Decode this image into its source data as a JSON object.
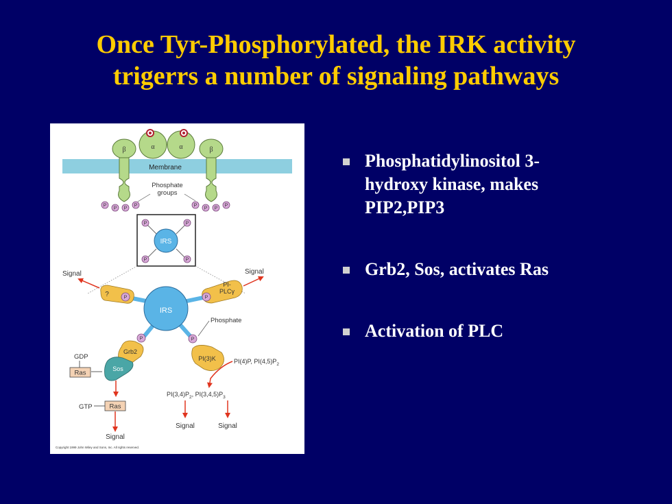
{
  "slide": {
    "title_line1": "Once Tyr-Phosphorylated, the IRK activity",
    "title_line2": "trigerrs a number of signaling pathways",
    "bullets": [
      {
        "lines": [
          "Phosphatidylinositol 3-",
          "hydroxy kinase, makes",
          "PIP2,PIP3"
        ]
      },
      {
        "lines": [
          "Grb2, Sos, activates Ras"
        ]
      },
      {
        "lines": [
          "Activation of PLC"
        ]
      }
    ],
    "colors": {
      "background": "#000066",
      "title": "#ffcc00",
      "bullet_text": "#ffffff",
      "bullet_marker": "#d0d0d0"
    }
  },
  "diagram": {
    "alpha": "α",
    "beta": "β",
    "membrane": "Membrane",
    "phosphate_groups_line1": "Phosphate",
    "phosphate_groups_line2": "groups",
    "p": "P",
    "irs": "IRS",
    "signal": "Signal",
    "question": "?",
    "pi_plc_line1": "PI-",
    "pi_plc_line2": "PLCγ",
    "phosphate": "Phosphate",
    "grb2": "Grb2",
    "sos": "Sos",
    "gdp": "GDP",
    "ras": "Ras",
    "gtp": "GTP",
    "pi3k": "PI(3)K",
    "pi4p": "PI(4)P, PI(4,5)P",
    "sub_2": "2",
    "sub_3": "3",
    "pi34p2": "PI(3,4)P",
    "pi345p3": ", PI(3,4,5)P",
    "copyright": "Copyright 1999 John Wiley and Sons, Inc. All rights reserved.",
    "colors": {
      "membrane": "#8ecfe0",
      "receptor": "#b5d98a",
      "phosphate": "#d8a8d8",
      "irs": "#5ab4e6",
      "adaptor": "#f2c04a",
      "sos": "#4aa6a6",
      "ras": "#f4d2b4",
      "arrow": "#e0341e"
    }
  }
}
